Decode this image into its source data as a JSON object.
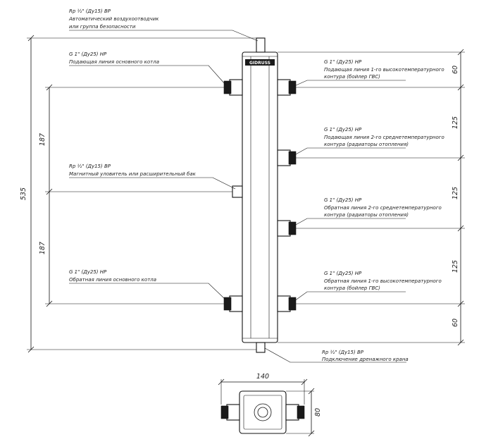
{
  "brand": "GIDRUSS",
  "callouts": {
    "air_vent": {
      "thread": "Rp ½\" (Ду15) ВР",
      "line1": "Автоматический воздухоотводчик",
      "line2": "или группа безопасности"
    },
    "boiler_supply": {
      "thread": "G 1\" (Ду25) НР",
      "line1": "Подающая линия основного котла"
    },
    "magnetic": {
      "thread": "Rp ½\" (Ду15) ВР",
      "line1": "Магнитный уловитель или расширительный бак"
    },
    "boiler_return": {
      "thread": "G 1\" (Ду25) НР",
      "line1": "Обратная линия основного котла"
    },
    "drain": {
      "thread": "Rp ½\" (Ду15) ВР",
      "line1": "Подключение дренажного крана"
    },
    "circuit1_supply": {
      "thread": "G 1\" (Ду25) НР",
      "line1": "Подающая линия 1-го высокотемпературного",
      "line2": "контура (бойлер ГВС)"
    },
    "circuit2_supply": {
      "thread": "G 1\" (Ду25) НР",
      "line1": "Подающая линия 2-го среднетемпературного",
      "line2": "контура (радиаторы отопления)"
    },
    "circuit2_return": {
      "thread": "G 1\" (Ду25) НР",
      "line1": "Обратная линия 2-го среднетемпературного",
      "line2": "контура (радиаторы отопления)"
    },
    "circuit1_return": {
      "thread": "G 1\" (Ду25) НР",
      "line1": "Обратная линия 1-го высокотемпературного",
      "line2": "контура (бойлер ГВС)"
    }
  },
  "dimensions": {
    "total_height": "535",
    "left_upper": "187",
    "left_lower": "187",
    "right_top": "60",
    "right_1": "125",
    "right_2": "125",
    "right_3": "125",
    "right_bottom": "60",
    "width": "140",
    "depth": "80"
  }
}
